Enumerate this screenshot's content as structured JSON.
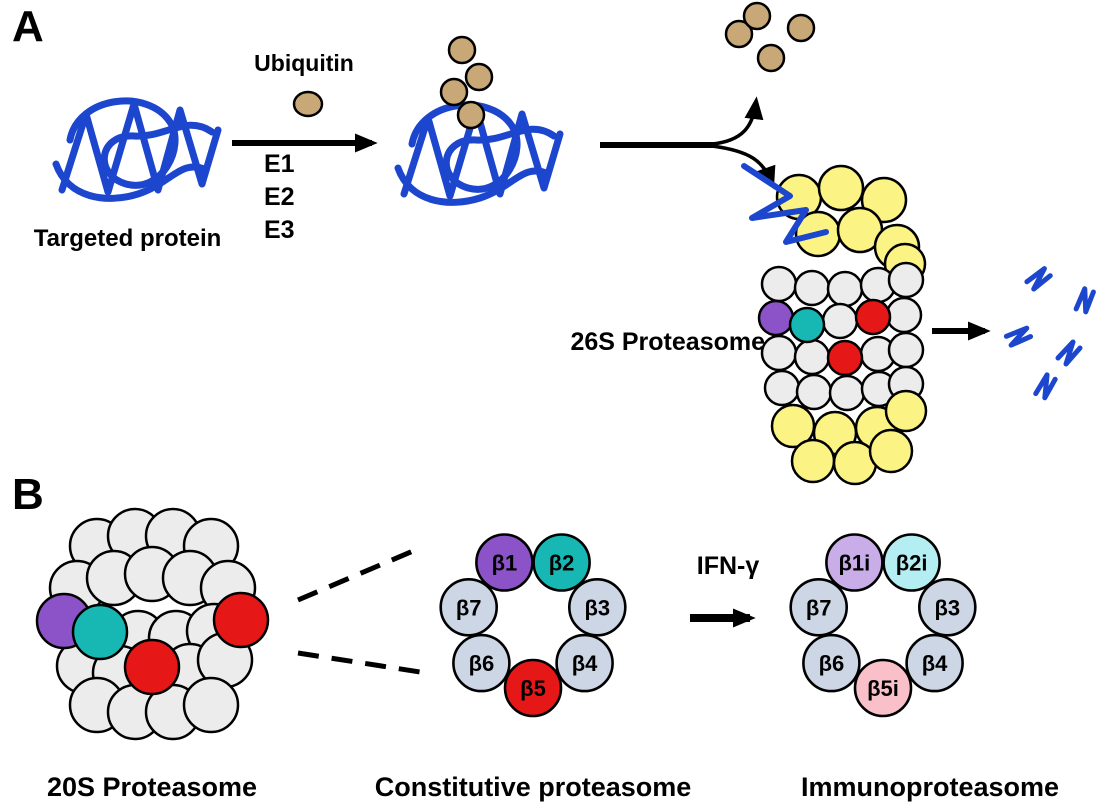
{
  "figure": {
    "panel_a": {
      "label": "A",
      "targeted_protein": "Targeted protein",
      "ubiquitin": "Ubiquitin",
      "enzymes": [
        "E1",
        "E2",
        "E3"
      ],
      "proteasome_26s": "26S Proteasome"
    },
    "panel_b": {
      "label": "B",
      "proteasome_20s": "20S Proteasome",
      "constitutive_label": "Constitutive proteasome",
      "immuno_label": "Immunoproteasome",
      "ifn": "IFN-γ",
      "constitutive_subunits": [
        {
          "name": "β1",
          "color": "#8c52c8"
        },
        {
          "name": "β2",
          "color": "#17b8b4"
        },
        {
          "name": "β3",
          "color": "#ccd6e4"
        },
        {
          "name": "β4",
          "color": "#ccd6e4"
        },
        {
          "name": "β5",
          "color": "#e61717"
        },
        {
          "name": "β6",
          "color": "#ccd6e4"
        },
        {
          "name": "β7",
          "color": "#ccd6e4"
        }
      ],
      "immuno_subunits": [
        {
          "name": "β1i",
          "color": "#c8ade8"
        },
        {
          "name": "β2i",
          "color": "#b4edf2"
        },
        {
          "name": "β3",
          "color": "#ccd6e4"
        },
        {
          "name": "β4",
          "color": "#ccd6e4"
        },
        {
          "name": "β5i",
          "color": "#f9c0ca"
        },
        {
          "name": "β6",
          "color": "#ccd6e4"
        },
        {
          "name": "β7",
          "color": "#ccd6e4"
        }
      ]
    }
  },
  "colors": {
    "protein_blue": "#1c46cd",
    "ubiquitin_tan": "#c9a878",
    "cap_yellow": "#fbf383",
    "body_gray": "#ececec",
    "accent_purple": "#8c52c8",
    "accent_teal": "#17b8b4",
    "accent_red": "#e61717"
  }
}
